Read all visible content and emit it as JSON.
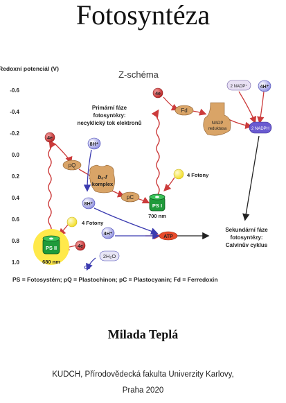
{
  "cover": {
    "title": "Fotosyntéza",
    "author": "Milada Teplá",
    "affiliation": "KUDCH, Přírodovědecká fakulta Univerzity Karlovy,",
    "place_year": "Praha 2020"
  },
  "scheme": {
    "heading": "Z-schéma",
    "axis_label": "Redoxní potenciál (V)",
    "ticks": [
      "-0.6",
      "-0.4",
      "-0.2",
      "0.0",
      "0.2",
      "0.4",
      "0.6",
      "0.8",
      "1.0"
    ],
    "primary_label": [
      "Primární fáze",
      "fotosyntézy:",
      "necyklický tok elektronů"
    ],
    "secondary_label": [
      "Sekundární fáze",
      "fotosyntézy:",
      "Calvinův cyklus"
    ],
    "labels": {
      "e_left": "4e",
      "e_top": "4e",
      "e_water": "4e",
      "h_top": "8H⁺",
      "h_mid": "8H⁺",
      "h_water": "4H⁺",
      "h_nadp": "4H⁺",
      "pq": "pQ",
      "pc": "pC",
      "fd": "Fd",
      "bf_line1": "b₆-f",
      "bf_line2": "komplex",
      "nadp_red_line1": "NADP",
      "nadp_red_line2": "reduktasa",
      "nadp_plus": "2 NADP⁺",
      "nadph": "2 NADPH",
      "photons_right": "4 Fotony",
      "photons_left": "4 Fotony",
      "ps1": "PS I",
      "ps2": "PS II",
      "nm700": "700 nm",
      "nm680": "680 nm",
      "atp": "ATP",
      "water": "2H₂O",
      "o2": "O₂"
    },
    "legend": "PS = Fotosystém; pQ = Plastochinon; pC = Plastocyanin; Fd = Ferredoxin"
  },
  "colors": {
    "red_arrow": "#cc3b3b",
    "blue_arrow": "#3b3bb0",
    "tan": "#d9a467",
    "green": "#1f9a3a",
    "yellow": "#ffe94a"
  }
}
